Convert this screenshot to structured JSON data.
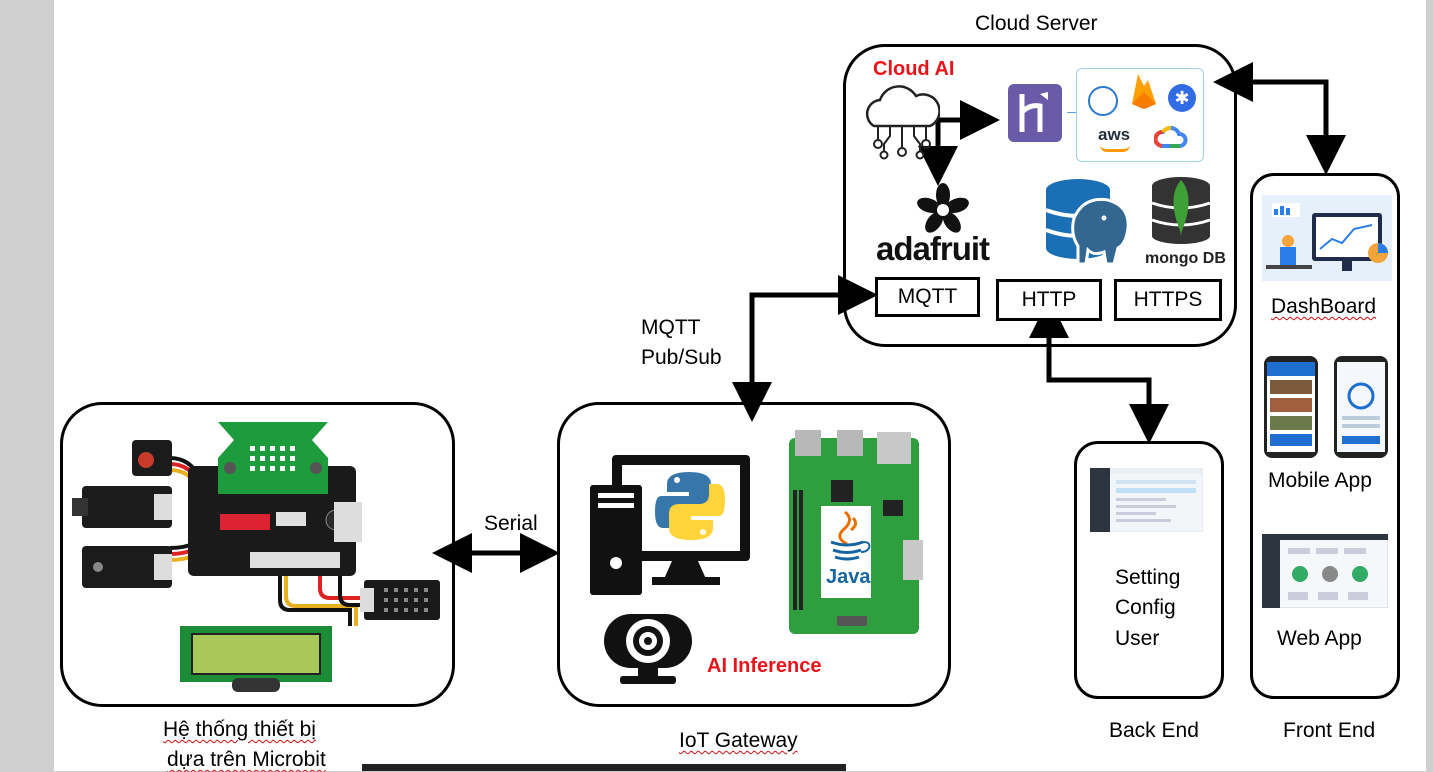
{
  "cloud": {
    "title": "Cloud Server",
    "ai_label": "Cloud AI",
    "adafruit": "adafruit",
    "aws": "aws",
    "mongo": "mongo DB",
    "protocols": [
      "MQTT",
      "HTTP",
      "HTTPS"
    ]
  },
  "links": {
    "mqtt_line1": "MQTT",
    "mqtt_line2": "Pub/Sub",
    "serial": "Serial"
  },
  "gateway": {
    "ai_label": "AI Inference",
    "java": "Java",
    "title": "IoT Gateway"
  },
  "microbit": {
    "title_line1": "Hệ thống thiết bị",
    "title_line2": "dựa trên Microbit"
  },
  "backend": {
    "lines": [
      "Setting",
      "Config",
      "User"
    ],
    "title": "Back End"
  },
  "frontend": {
    "items": [
      "DashBoard",
      "Mobile App",
      "Web App"
    ],
    "title": "Front End"
  },
  "colors": {
    "accent_red": "#e8141b",
    "heroku": "#6a5ba8",
    "mongo_green": "#3fa037",
    "postgres_blue": "#336791",
    "pcb_green": "#2e9e3e"
  }
}
